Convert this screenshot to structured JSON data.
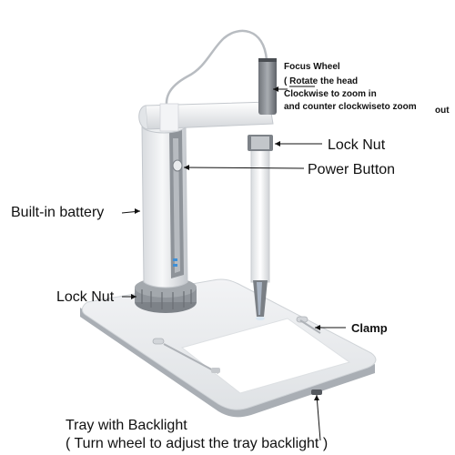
{
  "labels": {
    "focus_wheel": "Focus Wheel",
    "focus_note_1": "( Rotate the head",
    "focus_note_2": "Clockwise to zoom in",
    "focus_note_3a": "and counter clockwiseto zoom",
    "focus_note_3b": "out",
    "lock_nut_top": "Lock Nut",
    "power_button": "Power Button",
    "builtin_battery": "Built-in battery",
    "lock_nut_bottom": "Lock Nut",
    "clamp": "Clamp",
    "tray_line_1": "Tray with Backlight",
    "tray_line_2": "( Turn wheel to adjust the tray backlight )"
  },
  "colors": {
    "body": "#eef0f2",
    "body_shadow": "#c9cdd2",
    "accent_gray": "#8f949a",
    "dark_gray": "#5d6167",
    "tray": "#ffffff",
    "cable": "#b8bcc1"
  }
}
